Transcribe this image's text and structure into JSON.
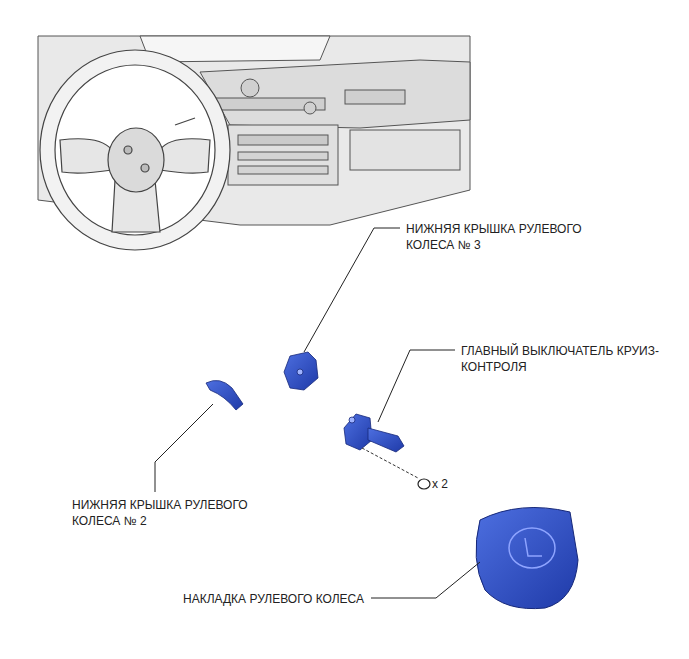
{
  "diagram": {
    "labels": [
      "НИЖНЯЯ КРЫШКА РУЛЕВОГО КОЛЕСА № 3",
      "ГЛАВНЫЙ ВЫКЛЮЧАТЕЛЬ КРУИЗ-КОНТРОЛЯ",
      "x 2",
      "НИЖНЯЯ КРЫШКА РУЛЕВОГО КОЛЕСА № 2",
      "НАКЛАДКА РУЛЕВОГО КОЛЕСА"
    ]
  }
}
